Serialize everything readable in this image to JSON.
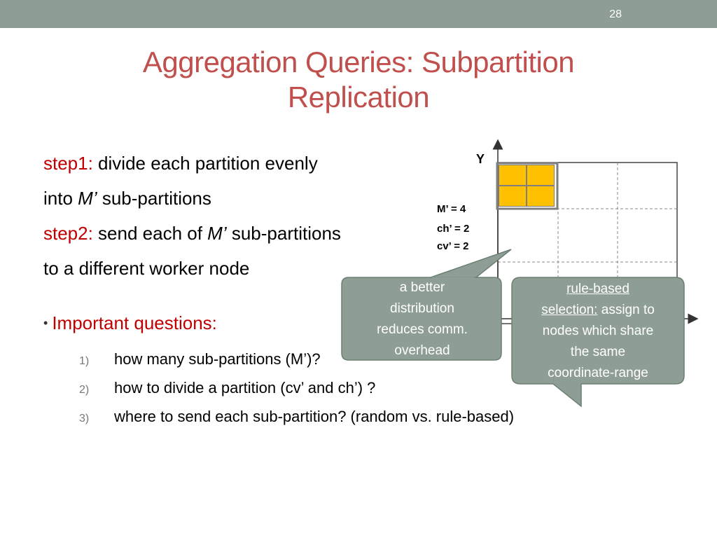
{
  "slide_number": "28",
  "title_line1": "Aggregation Queries: Subpartition",
  "title_line2": "Replication",
  "steps": {
    "step1_label": "step1:",
    "step1_text": " divide each partition evenly",
    "line2_a": "into ",
    "line2_m": "M’",
    "line2_b": " sub-partitions",
    "step2_label": "step2:",
    "step2_text": " send each of ",
    "step2_m": "M’",
    "step2_b": " sub-partitions",
    "line4": "to a different worker node"
  },
  "important": "Important questions:",
  "questions": [
    {
      "num": "1)",
      "text": "how many sub-partitions (M’)?"
    },
    {
      "num": "2)",
      "text": "how to divide a partition (cv’ and ch’) ?"
    },
    {
      "num": "3)",
      "text": "where to send each sub-partition? (random vs. rule-based)"
    }
  ],
  "diagram": {
    "y_axis_label": "Y",
    "m_label": "M’ = 4",
    "ch_label": "ch’ = 2",
    "cv_label": "cv’ = 2",
    "subpartition_color": "#ffc000"
  },
  "callout_left": {
    "line1": "a better",
    "line2": "distribution",
    "line3": "reduces comm.",
    "line4": "overhead"
  },
  "callout_right": {
    "line1": "rule-based",
    "line2_u": "selection:",
    "line2_b": " assign to",
    "line3": "nodes which share",
    "line4": "the same",
    "line5": "coordinate-range"
  },
  "colors": {
    "topbar": "#8e9e94",
    "title": "#c0504d",
    "accent_red": "#c00000",
    "callout_fill": "#8e9e94"
  }
}
